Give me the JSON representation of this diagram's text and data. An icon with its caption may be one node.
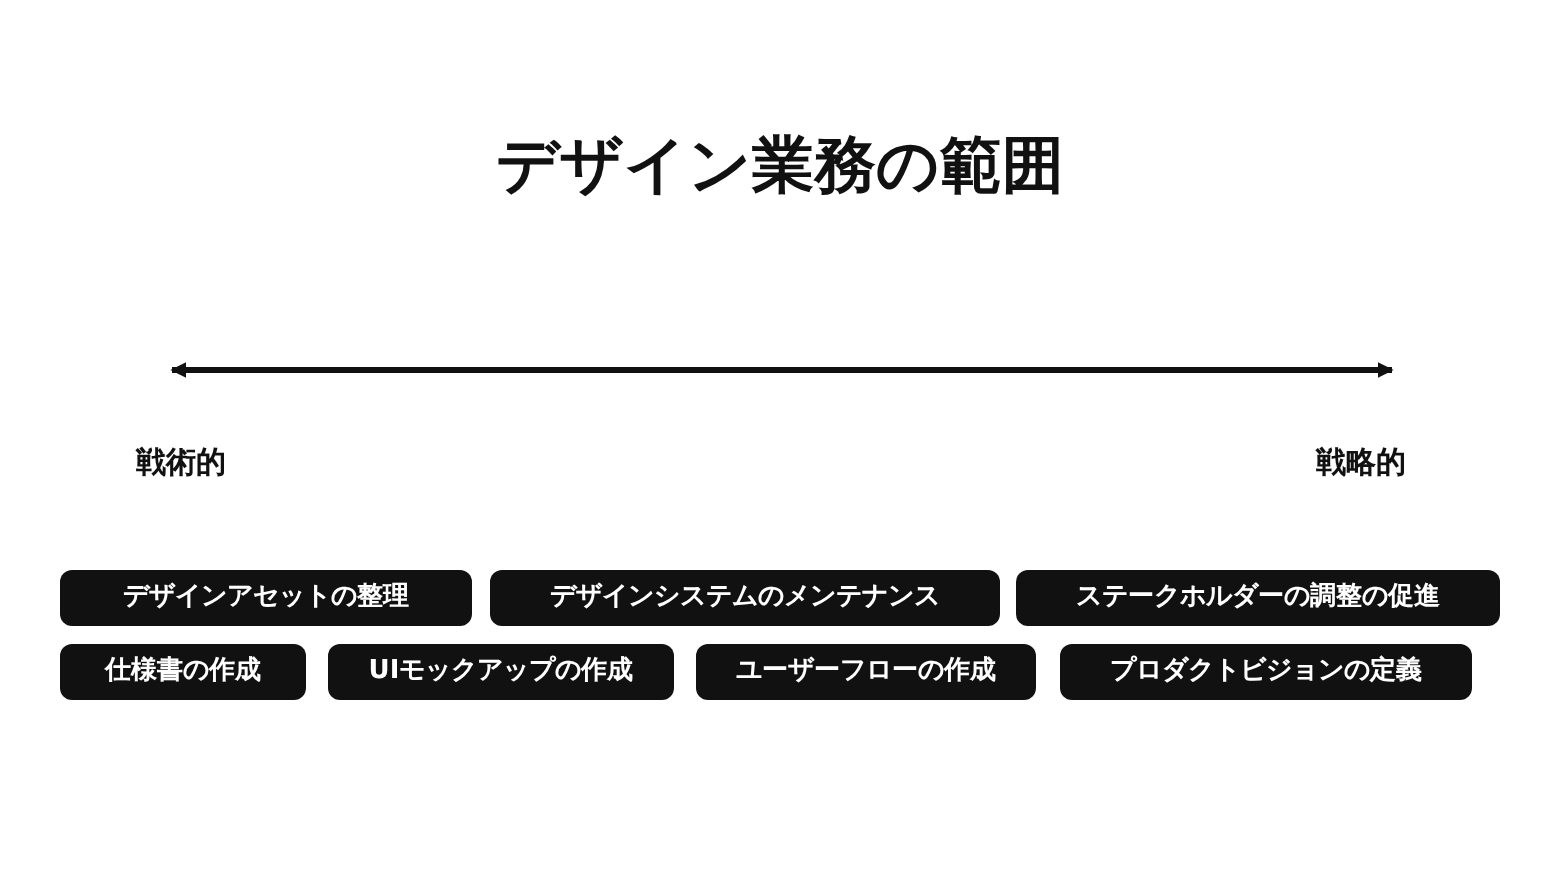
{
  "diagram": {
    "title": "デザイン業務の範囲",
    "nodes": [
      {
        "text": [
          "デザインアセットの整理"
        ]
      },
      {
        "text": [
          "デザインシステムのメンテナンス"
        ]
      },
      {
        "text": [
          "ステークホルダーの調整の促進"
        ]
      },
      {
        "text": [
          "仕様書の作成"
        ]
      },
      {
        "text": [
          "UIモックアップの作成"
        ]
      },
      {
        "text": [
          "ユーザーフローの作成"
        ]
      },
      {
        "text": [
          "プロダクトビジョンの定義"
        ]
      }
    ],
    "edges": [],
    "labels": [
      "戦術的",
      "戦略的"
    ]
  }
}
